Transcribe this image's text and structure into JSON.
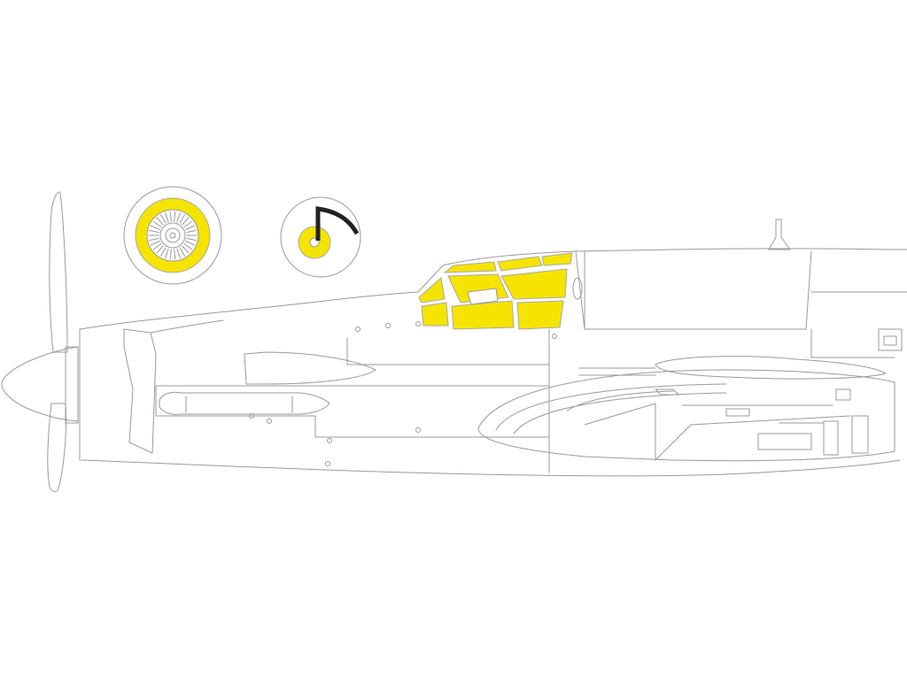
{
  "colors": {
    "mask_fill": "#f5e400",
    "outline": "#9a9a9a",
    "marker": "#222222",
    "background": "#ffffff"
  },
  "parts": {
    "main_wheel_mask": "main-wheel-mask",
    "tail_wheel_mask": "tail-wheel-mask",
    "canopy_masks": "canopy-masks",
    "fuselage_outline": "fuselage-outline",
    "propeller": "propeller"
  }
}
